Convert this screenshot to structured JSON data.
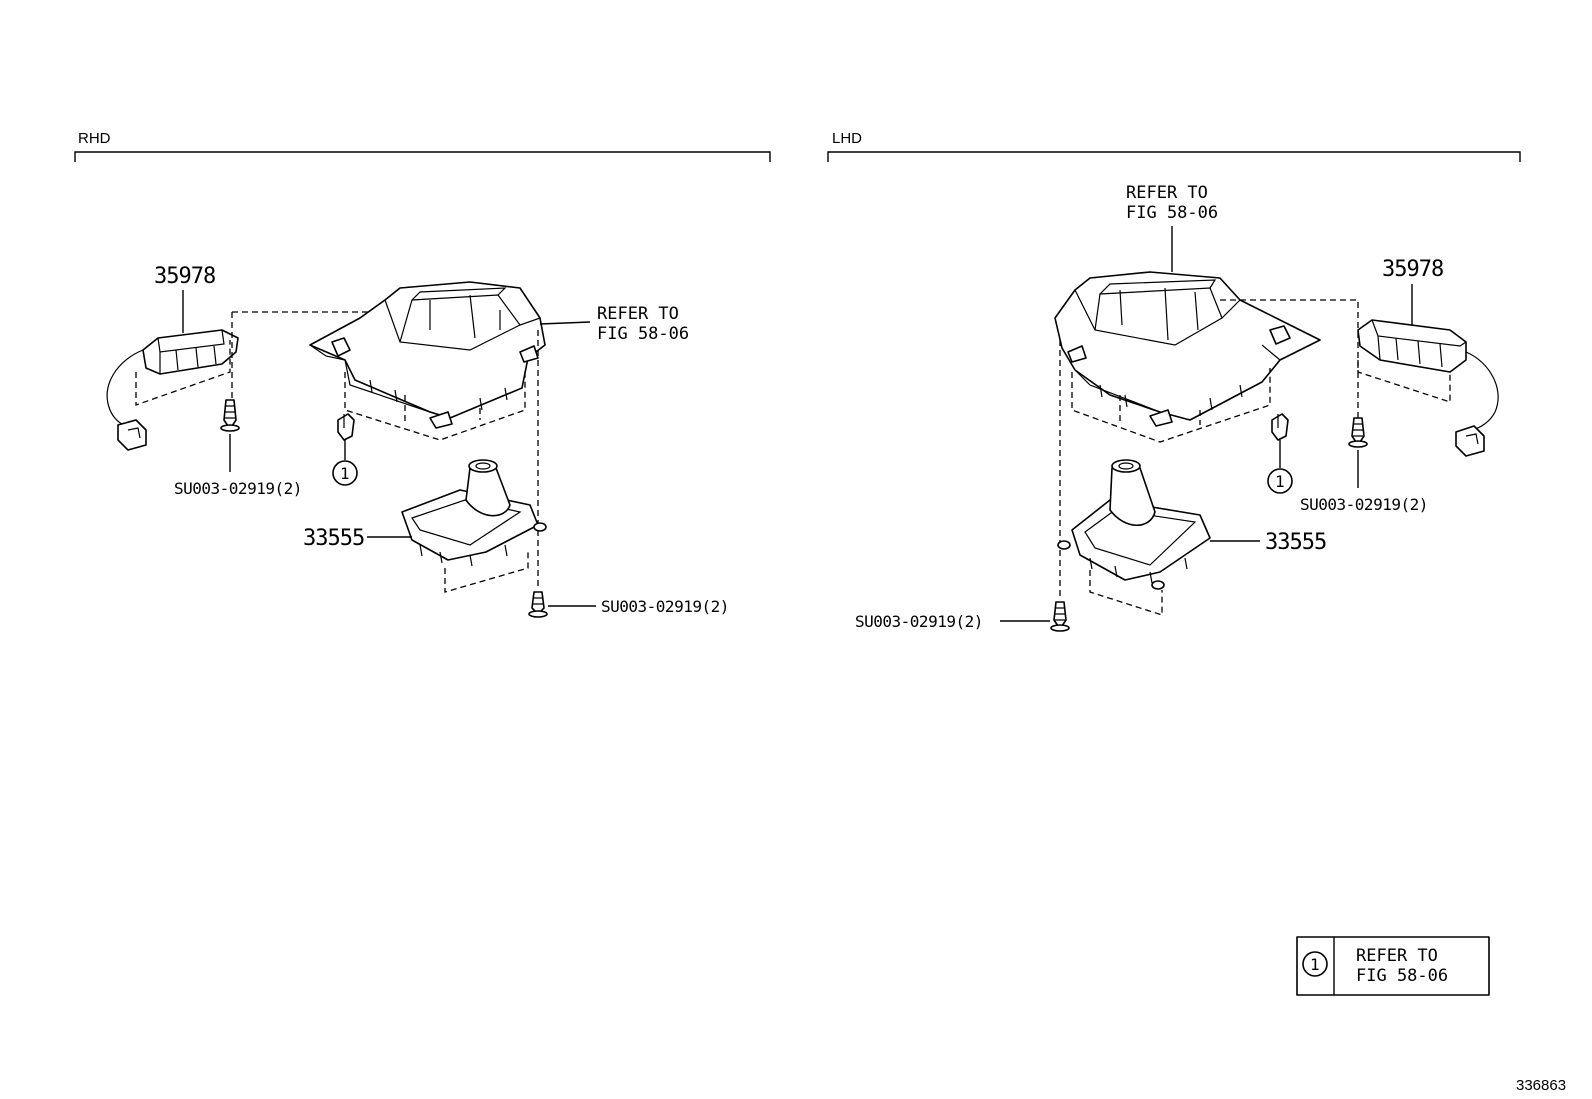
{
  "sections": {
    "rhd": "RHD",
    "lhd": "LHD"
  },
  "rhd": {
    "bezel_part": "35978",
    "boot_part": "33555",
    "screw_left": "SU003-02919(2)",
    "screw_right": "SU003-02919(2)",
    "refer_line1": "REFER TO",
    "refer_line2": "FIG 58-06",
    "callout": "1"
  },
  "lhd": {
    "bezel_part": "35978",
    "boot_part": "33555",
    "screw_right": "SU003-02919(2)",
    "screw_left": "SU003-02919(2)",
    "refer_line1": "REFER TO",
    "refer_line2": "FIG 58-06",
    "callout": "1"
  },
  "legend": {
    "symbol": "1",
    "line1": "REFER TO",
    "line2": "FIG 58-06"
  },
  "figure_id": "336863"
}
